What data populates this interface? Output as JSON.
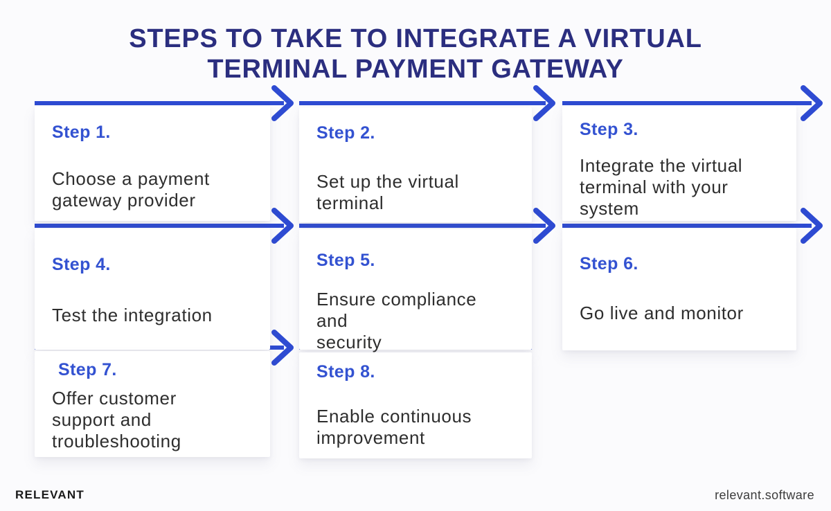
{
  "title": {
    "lines": [
      "STEPS TO TAKE TO INTEGRATE A VIRTUAL",
      "TERMINAL PAYMENT GATEWAY"
    ]
  },
  "steps": [
    {
      "label": "Step 1.",
      "lines": [
        "Choose a payment",
        "gateway provider"
      ]
    },
    {
      "label": "Step 2.",
      "lines": [
        "Set up the virtual",
        "terminal"
      ]
    },
    {
      "label": "Step 3.",
      "lines": [
        "Integrate the virtual",
        "terminal with your",
        "system"
      ]
    },
    {
      "label": "Step 4.",
      "lines": [
        "Test the integration"
      ]
    },
    {
      "label": "Step 5.",
      "lines": [
        "Ensure compliance and",
        "security"
      ]
    },
    {
      "label": "Step 6.",
      "lines": [
        "Go live and monitor"
      ]
    },
    {
      "label": "Step 7.",
      "lines": [
        "Offer customer",
        "support and",
        "troubleshooting"
      ]
    },
    {
      "label": "Step 8.",
      "lines": [
        "Enable continuous",
        "improvement"
      ]
    }
  ],
  "footer": {
    "brand": "RELEVANT",
    "website": "relevant.software"
  },
  "colors": {
    "arrow": "#2e4bd2",
    "step_label": "#3352d1",
    "title": "#2b2e7f",
    "body": "#2e2e2e",
    "card_bg": "#ffffff",
    "background": "#fbfbfd",
    "footer_brand": "#191919",
    "footer_site": "#3c3c3c"
  }
}
